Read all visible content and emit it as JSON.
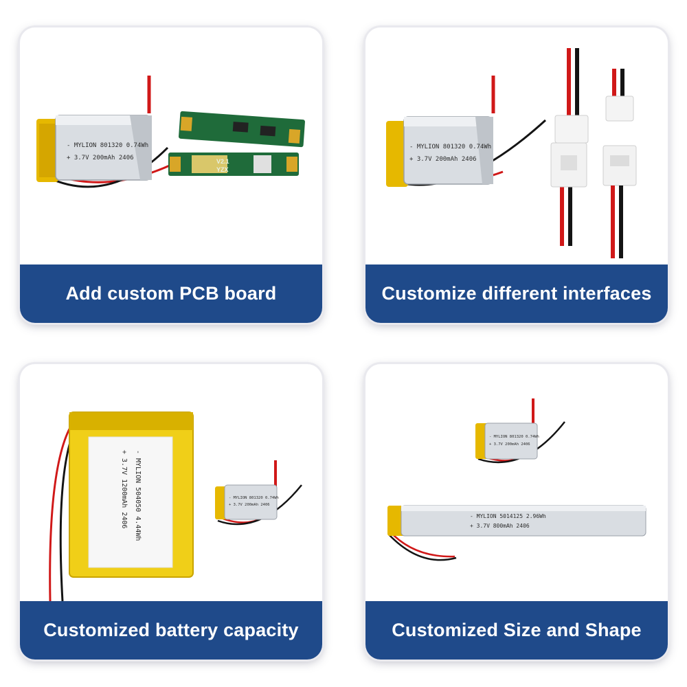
{
  "cards": [
    {
      "caption": "Add custom PCB board",
      "battery_label": {
        "line1": "- MYLION 801320 0.74Wh",
        "line2": "+ 3.7V   200mAh   2406"
      },
      "pcb_label": {
        "line1": "V2.1",
        "line2": "YZX"
      }
    },
    {
      "caption": "Customize different interfaces",
      "battery_label": {
        "line1": "- MYLION 801320 0.74Wh",
        "line2": "+ 3.7V   200mAh   2406"
      }
    },
    {
      "caption": "Customized battery capacity",
      "large_battery_label": {
        "line1": "- MYLION 504050 4.44Wh",
        "line2": "+ 3.7V  1200mAh  2406"
      },
      "small_battery_label": {
        "line1": "- MYLION 801320 0.74Wh",
        "line2": "+ 3.7V  200mAh  2406"
      }
    },
    {
      "caption": "Customized Size and Shape",
      "small_battery_label": {
        "line1": "- MYLION 801320 0.74Wh",
        "line2": "+ 3.7V  200mAh  2406"
      },
      "long_battery_label": {
        "line1": "- MYLION 5014125 2.96Wh",
        "line2": "+ 3.7V  800mAh  2406"
      }
    }
  ],
  "colors": {
    "caption_bg": "#1f4a8a",
    "caption_text": "#ffffff",
    "cell_foil": "#d9dde2",
    "kapton": "#e6b800",
    "wire_red": "#d01818",
    "wire_black": "#141414",
    "pcb_green": "#1f6b3a"
  }
}
